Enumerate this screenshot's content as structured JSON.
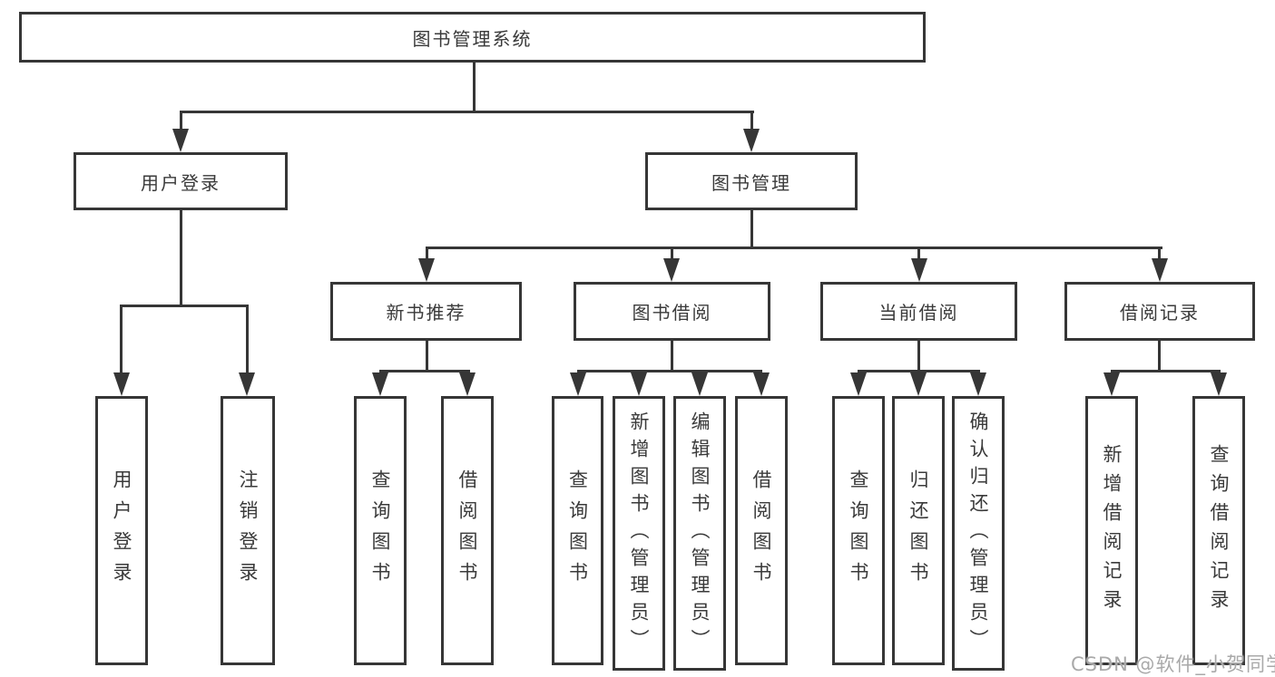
{
  "diagram_title": "图书管理系统",
  "nodes": {
    "root": {
      "label": "图书管理系统"
    },
    "user_login": {
      "label": "用户登录"
    },
    "book_mgmt": {
      "label": "图书管理"
    },
    "new_book_rec": {
      "label": "新书推荐"
    },
    "book_borrow": {
      "label": "图书借阅"
    },
    "current_borrow": {
      "label": "当前借阅"
    },
    "borrow_records": {
      "label": "借阅记录"
    },
    "ul_login": {
      "label": "用户登录"
    },
    "ul_logout": {
      "label": "注销登录"
    },
    "nbr_query": {
      "label": "查询图书"
    },
    "nbr_borrow": {
      "label": "借阅图书"
    },
    "bb_query": {
      "label": "查询图书"
    },
    "bb_add": {
      "label": "新增图书（管理员）"
    },
    "bb_edit": {
      "label": "编辑图书（管理员）"
    },
    "bb_borrow": {
      "label": "借阅图书"
    },
    "cb_query": {
      "label": "查询图书"
    },
    "cb_return": {
      "label": "归还图书"
    },
    "cb_confirm": {
      "label": "确认归还（管理员）"
    },
    "br_add": {
      "label": "新增借阅记录"
    },
    "br_query": {
      "label": "查询借阅记录"
    }
  },
  "hierarchy": {
    "图书管理系统": {
      "用户登录": [
        "用户登录",
        "注销登录"
      ],
      "图书管理": {
        "新书推荐": [
          "查询图书",
          "借阅图书"
        ],
        "图书借阅": [
          "查询图书",
          "新增图书（管理员）",
          "编辑图书（管理员）",
          "借阅图书"
        ],
        "当前借阅": [
          "查询图书",
          "归还图书",
          "确认归还（管理员）"
        ],
        "借阅记录": [
          "新增借阅记录",
          "查询借阅记录"
        ]
      }
    }
  },
  "watermark": "CSDN @软件_小贺同学",
  "colors": {
    "line": "#363636",
    "text": "#3a3a3a",
    "watermark": "#a9a9a9",
    "background": "#ffffff"
  }
}
